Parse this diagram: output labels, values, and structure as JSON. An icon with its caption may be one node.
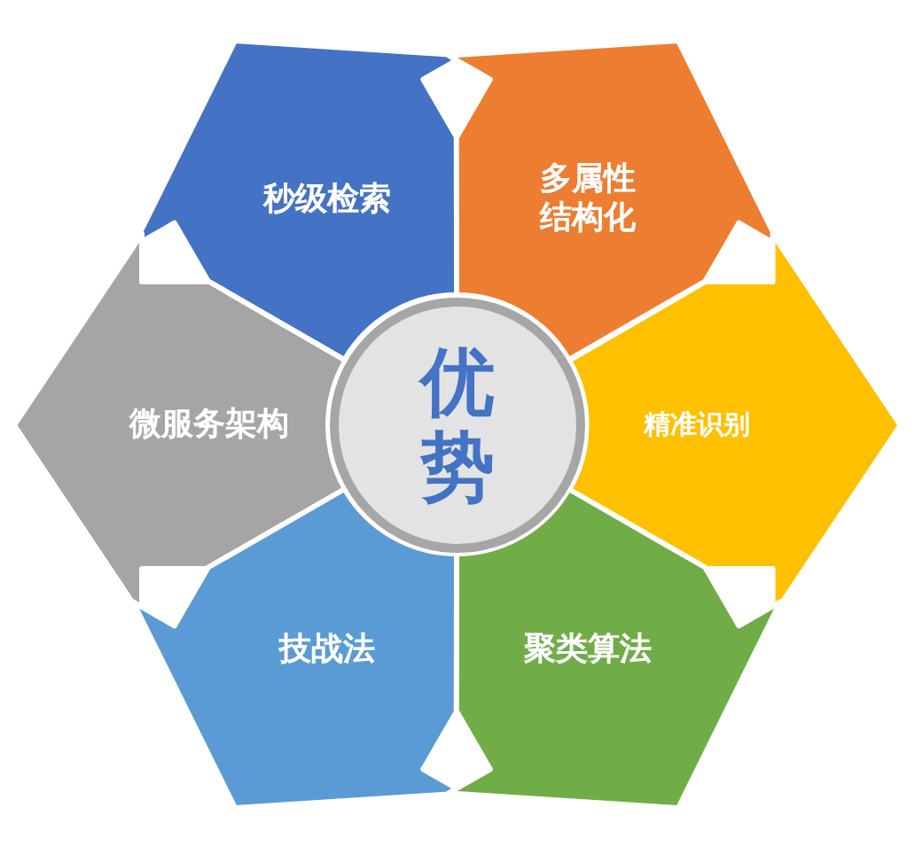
{
  "diagram": {
    "nodes": [
      {
        "text": [
          "优势"
        ]
      },
      {
        "text": [
          "秒级检索"
        ]
      },
      {
        "text": [
          "多属性结构化"
        ]
      },
      {
        "text": [
          "微服务架构"
        ]
      },
      {
        "text": [
          "精准识别"
        ]
      },
      {
        "text": [
          "技战法"
        ]
      },
      {
        "text": [
          "聚类算法"
        ]
      }
    ]
  }
}
